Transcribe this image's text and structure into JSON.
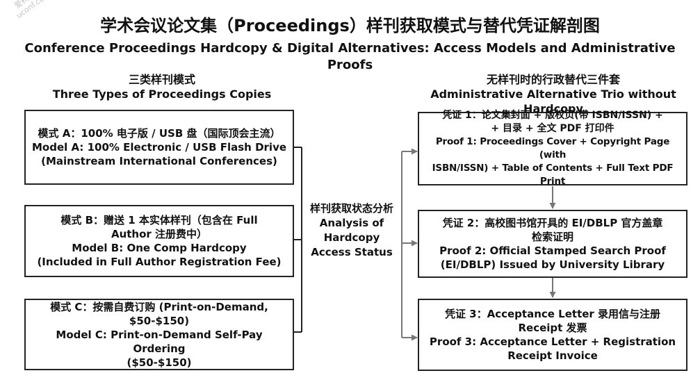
{
  "watermark": {
    "line1": "爱科会易",
    "line2": "uconf.com"
  },
  "title": {
    "zh": "学术会议论文集（Proceedings）样刊获取模式与替代凭证解剖图",
    "en": "Conference Proceedings Hardcopy & Digital Alternatives: Access Models and Administrative Proofs"
  },
  "left_column": {
    "heading_zh": "三类样刊模式",
    "heading_en": "Three Types of Proceedings Copies",
    "models": [
      {
        "lines": [
          "模式 A：100% 电子版 / USB 盘（国际顶会主流）",
          "Model A: 100% Electronic / USB Flash Drive",
          "(Mainstream International Conferences)"
        ]
      },
      {
        "lines": [
          "模式 B：赠送 1 本实体样刊（包含在 Full",
          "Author 注册费中）",
          "Model B: One Comp Hardcopy",
          "(Included in Full Author Registration Fee)"
        ]
      },
      {
        "lines": [
          "模式 C：按需自费订购 (Print-on-Demand,",
          "$50-$150)",
          "Model C: Print-on-Demand Self-Pay Ordering",
          "($50-$150)"
        ]
      }
    ]
  },
  "center": {
    "lines": [
      "样刊获取状态分析",
      "Analysis of",
      "Hardcopy",
      "Access Status"
    ]
  },
  "right_column": {
    "heading_zh": "无样刊时的行政替代三件套",
    "heading_en": "Administrative Alternative Trio without Hardcopy",
    "proofs": [
      {
        "lines": [
          "凭证 1：论文集封面 + 版权页(带 ISBN/ISSN) +",
          "+ 目录 + 全文 PDF 打印件",
          "Proof 1: Proceedings Cover + Copyright Page (with",
          "ISBN/ISSN) + Table of Contents + Full Text PDF Print"
        ]
      },
      {
        "lines": [
          "凭证 2：高校图书馆开具的 EI/DBLP 官方盖章",
          "检索证明",
          "Proof 2: Official Stamped Search Proof",
          "(EI/DBLP) Issued by University Library"
        ]
      },
      {
        "lines": [
          "凭证 3：Acceptance Letter 录用信与注册",
          "Receipt 发票",
          "Proof 3: Acceptance Letter + Registration",
          "Receipt Invoice"
        ]
      }
    ]
  },
  "colors": {
    "line": "#222222",
    "arrow": "#777777",
    "watermark": "#c4c4c4"
  }
}
